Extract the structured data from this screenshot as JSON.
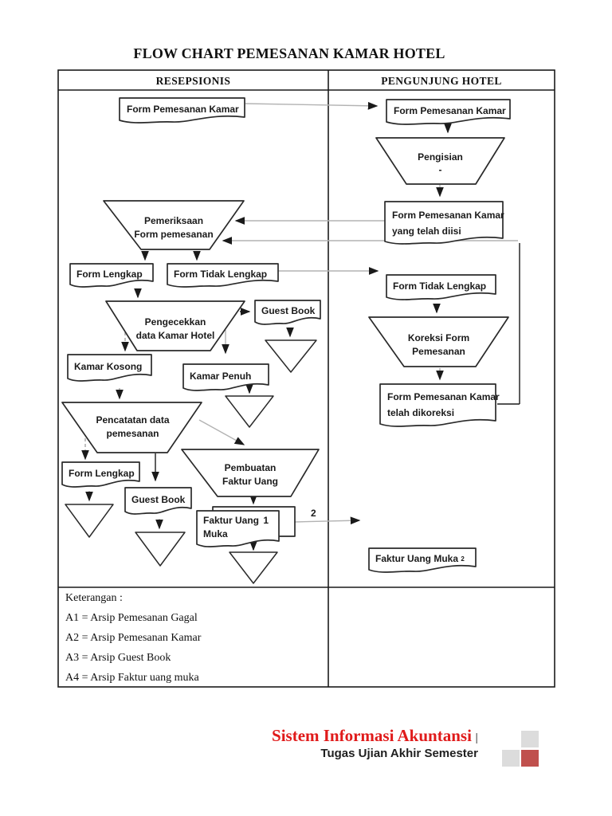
{
  "title": "FLOW CHART PEMESANAN KAMAR HOTEL",
  "columns": {
    "left": "RESEPSIONIS",
    "right": "PENGUNJUNG HOTEL"
  },
  "nodes": {
    "l_form_pemesanan": {
      "label": "Form Pemesanan Kamar"
    },
    "l_pemeriksaan": {
      "line1": "Pemeriksaan",
      "line2": "Form pemesanan"
    },
    "l_form_lengkap1": {
      "label": "Form Lengkap"
    },
    "l_form_tidak_lengkap": {
      "label": "Form Tidak Lengkap"
    },
    "l_pengecekan": {
      "line1": "Pengecekkan",
      "line2": "data Kamar Hotel"
    },
    "l_guest_book1": {
      "label": "Guest Book"
    },
    "l_kamar_kosong": {
      "label": "Kamar Kosong"
    },
    "l_kamar_penuh": {
      "label": "Kamar Penuh"
    },
    "l_pencatatan": {
      "line1": "Pencatatan data",
      "line2": "pemesanan"
    },
    "l_form_lengkap2": {
      "label": "Form Lengkap"
    },
    "l_guest_book2": {
      "label": "Guest Book"
    },
    "l_pembuatan": {
      "line1": "Pembuatan",
      "line2": "Faktur Uang"
    },
    "l_faktur": {
      "line1": "Faktur Uang",
      "copy_no": "1",
      "line2": "Muka"
    },
    "r_form_pemesanan": {
      "label": "Form Pemesanan Kamar"
    },
    "r_pengisian": {
      "line1": "Pengisian",
      "line2": "-"
    },
    "r_form_diisi": {
      "line1": "Form Pemesanan Kamar",
      "line2": "yang telah diisi"
    },
    "r_form_tidak_lengkap": {
      "label": "Form Tidak Lengkap"
    },
    "r_koreksi": {
      "line1": "Koreksi Form",
      "line2": "Pemesanan"
    },
    "r_form_dikoreksi": {
      "line1": "Form Pemesanan Kamar",
      "line2": "telah dikoreksi"
    },
    "r_faktur_muka": {
      "label": "Faktur Uang Muka",
      "sup": "2"
    }
  },
  "connector_labels": {
    "copy2": "2"
  },
  "legend": {
    "heading": "Keterangan :",
    "items": [
      "A1 = Arsip Pemesanan Gagal",
      "A2 = Arsip Pemesanan Kamar",
      "A3 = Arsip Guest Book",
      "A4 = Arsip Faktur uang muka"
    ]
  },
  "footer": {
    "title": "Sistem Informasi Akuntansi",
    "separator": "|",
    "subtitle": "Tugas Ujian Akhir Semester"
  },
  "colors": {
    "accent_red": "#e01a1a",
    "square_red": "#c0504d",
    "square_gray": "#dcdcdc",
    "line_gray": "#b3b3b3",
    "ink": "#1a1a1a"
  }
}
